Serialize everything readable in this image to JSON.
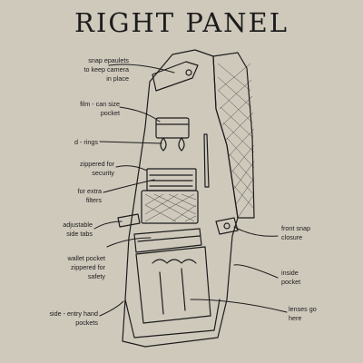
{
  "title": "RIGHT PANEL",
  "labels": {
    "snap_epaulets": "snap epaulets\nto keep camera\nin place",
    "film_can": "film - can size\npocket",
    "d_rings": "d - rings",
    "zippered_security": "zippered for\nsecurity",
    "extra_filters": "for extra\nfilters",
    "adjustable_tabs": "adjustable\nside tabs",
    "wallet_pocket": "wallet pocket\nzippered for\nsafety",
    "side_entry": "side - entry hand\npockets",
    "front_snap": "front snap\nclosure",
    "inside_pocket": "inside\npocket",
    "lenses_go_here": "lenses go\nhere"
  },
  "colors": {
    "background": "#cfc9bc",
    "ink": "#1c1c1c"
  }
}
